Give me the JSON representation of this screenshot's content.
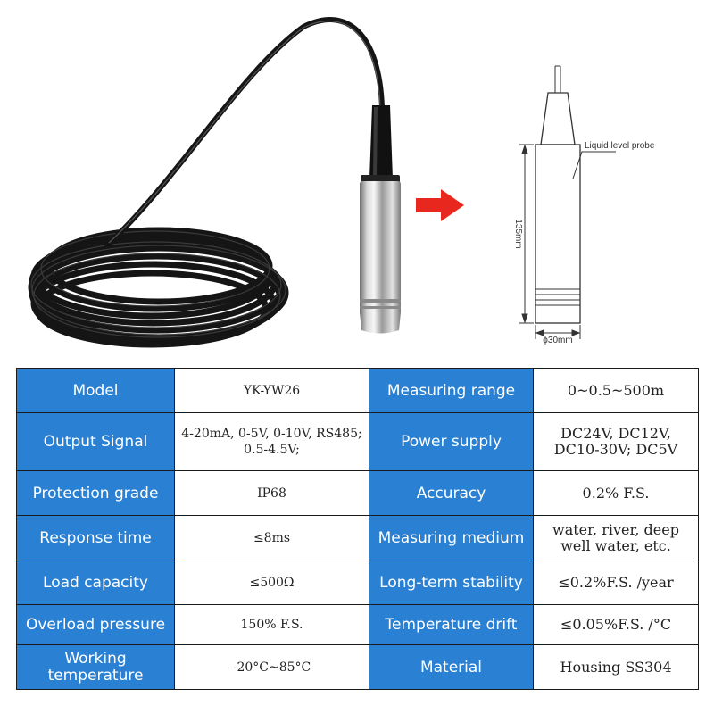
{
  "diagram": {
    "probe_label": "Liquid level probe",
    "length_label": "135mm",
    "diameter_label": "ϕ30mm"
  },
  "specs": {
    "rows": [
      {
        "left_label": "Model",
        "left_value": "YK-YW26",
        "right_label": "Measuring range",
        "right_value": "0~0.5~500m"
      },
      {
        "left_label": "Output Signal",
        "left_value": "4-20mA, 0-5V, 0-10V, RS485; 0.5-4.5V;",
        "right_label": "Power supply",
        "right_value": "DC24V, DC12V, DC10-30V; DC5V"
      },
      {
        "left_label": "Protection grade",
        "left_value": "IP68",
        "right_label": "Accuracy",
        "right_value": "0.2% F.S."
      },
      {
        "left_label": "Response time",
        "left_value": "≤8ms",
        "right_label": "Measuring medium",
        "right_value": "water, river, deep well water, etc."
      },
      {
        "left_label": "Load capacity",
        "left_value": "≤500Ω",
        "right_label": "Long-term stability",
        "right_value": "≤0.2%F.S. /year"
      },
      {
        "left_label": "Overload pressure",
        "left_value": "150% F.S.",
        "right_label": "Temperature drift",
        "right_value": "≤0.05%F.S. /°C"
      },
      {
        "left_label_line1": "Working",
        "left_label_line2": "temperature",
        "left_value": "-20°C~85°C",
        "right_label": "Material",
        "right_value": "Housing SS304"
      }
    ]
  },
  "colors": {
    "label_background": "#2a80d2",
    "arrow": "#e8281e"
  }
}
